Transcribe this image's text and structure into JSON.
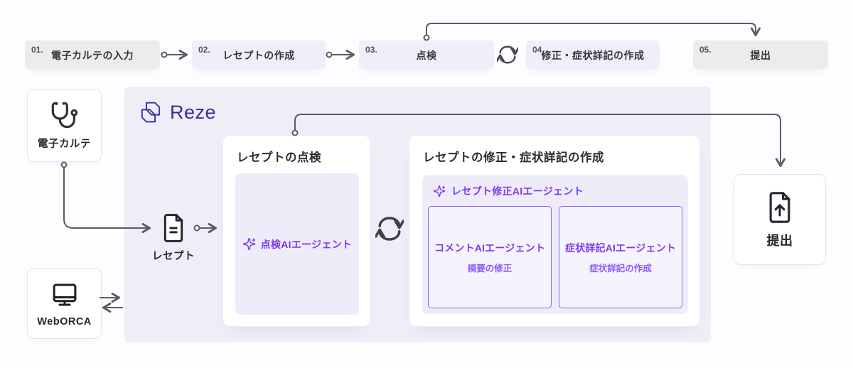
{
  "brand": {
    "name": "Reze"
  },
  "colors": {
    "brand_indigo": "#322da0",
    "accent_purple": "#7c3aed",
    "agent_border_purple": "#8b5cf6",
    "container_lavender": "#efeef7",
    "panel_lavender": "#efecfa",
    "chip_gray": "#ececec",
    "chip_purple": "#f0eef8",
    "arrow_gray": "#5b5b64"
  },
  "steps": [
    {
      "num": "01.",
      "label": "電子カルテの入力"
    },
    {
      "num": "02.",
      "label": "レセプトの作成"
    },
    {
      "num": "03.",
      "label": "点検"
    },
    {
      "num": "04.",
      "label": "修正・症状詳記の作成"
    },
    {
      "num": "05.",
      "label": "提出"
    }
  ],
  "nodes": {
    "ehr": {
      "label": "電子カルテ",
      "icon": "stethoscope-icon"
    },
    "weborca": {
      "label": "WebORCA",
      "icon": "monitor-icon"
    },
    "receipt": {
      "label": "レセプト",
      "icon": "document-icon"
    },
    "submit": {
      "label": "提出",
      "icon": "file-upload-icon"
    }
  },
  "inspection_card": {
    "title": "レセプトの点検",
    "agent_label": "点検AIエージェント",
    "agent_icon": "sparkles-icon"
  },
  "revision_card": {
    "title": "レセプトの修正・症状詳記の作成",
    "group_label": "レセプト修正AIエージェント",
    "group_icon": "sparkles-icon",
    "agents": [
      {
        "name": "コメントAIエージェント",
        "desc": "摘要の修正"
      },
      {
        "name": "症状詳記AIエージェント",
        "desc": "症状詳記の作成"
      }
    ]
  },
  "connector_icons": {
    "between_steps_3_4": "refresh-cycle-icon",
    "between_cards": "refresh-cycle-icon",
    "weborca_reze": "bidirectional-arrows-icon"
  }
}
